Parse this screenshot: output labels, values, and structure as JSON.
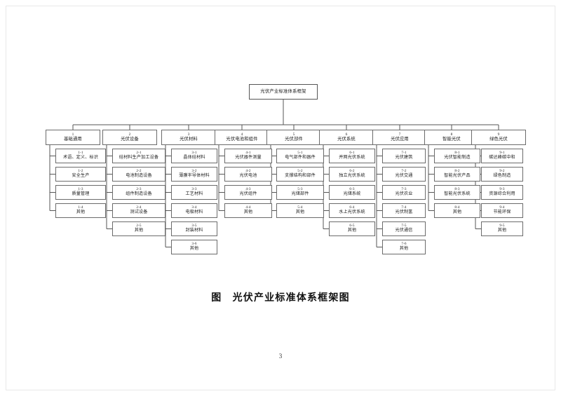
{
  "document": {
    "caption": "图　光伏产业标准体系框架图",
    "page_number": "3"
  },
  "chart_data": {
    "type": "diagram",
    "diagram_kind": "organizational-tree",
    "title": "光伏产业标准体系框架图",
    "root": {
      "label": "光伏产业标准体系框架"
    },
    "columns": [
      {
        "code": "1",
        "label": "基础通用",
        "children": [
          {
            "code": "1-1",
            "label": "术语、定义、标识"
          },
          {
            "code": "1-2",
            "label": "安全生产"
          },
          {
            "code": "1-3",
            "label": "质量管理"
          },
          {
            "code": "1-4",
            "label": "其他"
          }
        ]
      },
      {
        "code": "2",
        "label": "光伏设备",
        "children": [
          {
            "code": "2-1",
            "label": "硅材料生产加工设备"
          },
          {
            "code": "2-2",
            "label": "电池制造设备"
          },
          {
            "code": "2-3",
            "label": "组件制造设备"
          },
          {
            "code": "2-4",
            "label": "测试设备"
          },
          {
            "code": "2-5",
            "label": "其他"
          }
        ]
      },
      {
        "code": "3",
        "label": "光伏材料",
        "children": [
          {
            "code": "3-1",
            "label": "晶体硅材料"
          },
          {
            "code": "3-2",
            "label": "薄膜半导体材料"
          },
          {
            "code": "3-3",
            "label": "工艺材料"
          },
          {
            "code": "3-4",
            "label": "电极材料"
          },
          {
            "code": "3-5",
            "label": "封装材料"
          },
          {
            "code": "3-6",
            "label": "其他"
          }
        ]
      },
      {
        "code": "4",
        "label": "光伏电池和组件",
        "children": [
          {
            "code": "4-1",
            "label": "光伏器件测量"
          },
          {
            "code": "4-2",
            "label": "光伏电池"
          },
          {
            "code": "4-3",
            "label": "光伏组件"
          },
          {
            "code": "4-4",
            "label": "其他"
          }
        ]
      },
      {
        "code": "5",
        "label": "光伏部件",
        "children": [
          {
            "code": "5-1",
            "label": "电气部件和器件"
          },
          {
            "code": "5-2",
            "label": "支撑结构和部件"
          },
          {
            "code": "5-3",
            "label": "光储部件"
          },
          {
            "code": "5-4",
            "label": "其他"
          }
        ]
      },
      {
        "code": "6",
        "label": "光伏系统",
        "children": [
          {
            "code": "6-1",
            "label": "并网光伏系统"
          },
          {
            "code": "6-2",
            "label": "独立光伏系统"
          },
          {
            "code": "6-3",
            "label": "光储系统"
          },
          {
            "code": "6-4",
            "label": "水上光伏系统"
          },
          {
            "code": "6-5",
            "label": "其他"
          }
        ]
      },
      {
        "code": "7",
        "label": "光伏应用",
        "children": [
          {
            "code": "7-1",
            "label": "光伏建筑"
          },
          {
            "code": "7-2",
            "label": "光伏交通"
          },
          {
            "code": "7-3",
            "label": "光伏农业"
          },
          {
            "code": "7-4",
            "label": "光伏制氢"
          },
          {
            "code": "7-5",
            "label": "光伏通信"
          },
          {
            "code": "7-6",
            "label": "其他"
          }
        ]
      },
      {
        "code": "8",
        "label": "智能光伏",
        "children": [
          {
            "code": "8-1",
            "label": "光伏智能制造"
          },
          {
            "code": "8-2",
            "label": "智能光伏产品"
          },
          {
            "code": "8-3",
            "label": "智能光伏系统"
          },
          {
            "code": "8-4",
            "label": "其他"
          }
        ]
      },
      {
        "code": "9",
        "label": "绿色光伏",
        "children": [
          {
            "code": "9-1",
            "label": "碳达峰碳中和"
          },
          {
            "code": "9-2",
            "label": "绿色制造"
          },
          {
            "code": "9-3",
            "label": "资源综合利用"
          },
          {
            "code": "9-4",
            "label": "节能环保"
          },
          {
            "code": "9-5",
            "label": "其他"
          }
        ]
      }
    ],
    "colors": {
      "box_border": "#6b6b6b",
      "line": "#555555",
      "text": "#1a1a1a",
      "background": "#ffffff"
    }
  }
}
